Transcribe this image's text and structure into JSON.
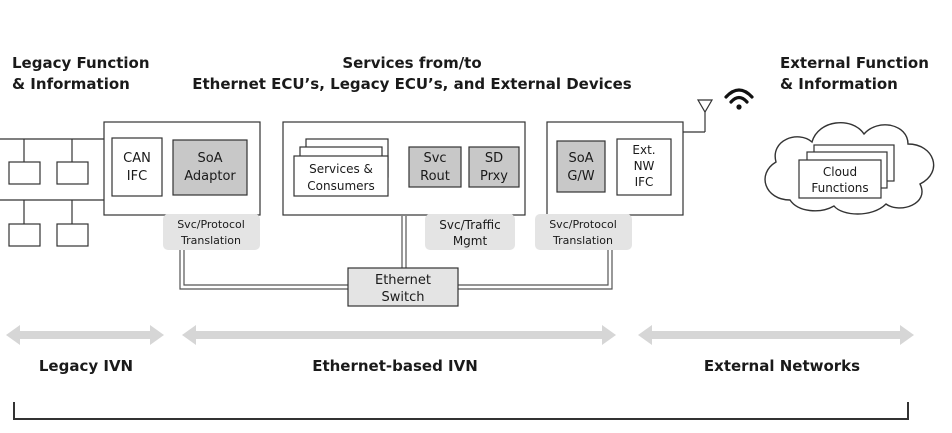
{
  "headers": {
    "legacy": [
      "Legacy Function",
      "& Information"
    ],
    "services": [
      "Services from/to",
      "Ethernet ECU’s, Legacy ECU’s, and External Devices"
    ],
    "external": [
      "External Function",
      "& Information"
    ]
  },
  "legacy_ecu": {
    "can_ifc": [
      "CAN",
      "IFC"
    ],
    "soa_adaptor": [
      "SoA",
      "Adaptor"
    ],
    "translation": [
      "Svc/Protocol",
      "Translation"
    ]
  },
  "ethernet_ecu": {
    "services_consumers": [
      "Services &",
      "Consumers"
    ],
    "svc_rout": [
      "Svc",
      "Rout"
    ],
    "sd_prxy": [
      "SD",
      "Prxy"
    ],
    "traffic_mgmt": [
      "Svc/Traffic",
      "Mgmt"
    ]
  },
  "gateway_ecu": {
    "soa_gw": [
      "SoA",
      "G/W"
    ],
    "ext_nw_ifc": [
      "Ext.",
      "NW",
      "IFC"
    ],
    "translation": [
      "Svc/Protocol",
      "Translation"
    ]
  },
  "switch": [
    "Ethernet",
    "Switch"
  ],
  "cloud": [
    "Cloud",
    "Functions"
  ],
  "zones": [
    "Legacy IVN",
    "Ethernet-based IVN",
    "External Networks"
  ],
  "colors": {
    "gray_box": "#c8c8c8",
    "light_gray_box": "#e4e4e4",
    "arrow": "#d6d6d6",
    "line": "#555555",
    "stroke": "#333333"
  },
  "icons": [
    "wifi-icon",
    "antenna-icon",
    "cloud-icon"
  ]
}
